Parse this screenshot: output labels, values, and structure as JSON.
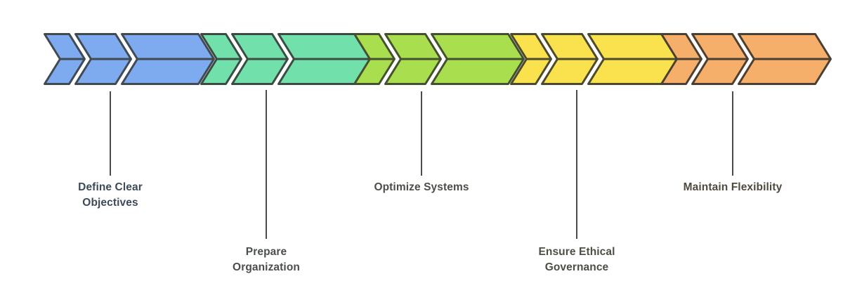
{
  "diagram": {
    "type": "chevron-process-flow",
    "background_color": "#ffffff",
    "connector_color": "#4a4a4f",
    "stroke_color": "#3f4a52",
    "stages": [
      {
        "id": "define-clear-objectives",
        "label": "Define Clear\nObjectives",
        "label_color": "#3d4a57",
        "fill_color": "#7eaaf0",
        "stroke_color": "#3f4a52",
        "chevron_count": 3,
        "connector_position": "top",
        "order": 1
      },
      {
        "id": "prepare-organization",
        "label": "Prepare\nOrganization",
        "label_color": "#4b4f4c",
        "fill_color": "#72e0ab",
        "stroke_color": "#3c4a44",
        "chevron_count": 3,
        "connector_position": "bottom",
        "order": 2
      },
      {
        "id": "optimize-systems",
        "label": "Optimize Systems",
        "label_color": "#4b4f47",
        "fill_color": "#a9df4f",
        "stroke_color": "#44502f",
        "chevron_count": 3,
        "connector_position": "top",
        "order": 3
      },
      {
        "id": "ensure-ethical-governance",
        "label": "Ensure Ethical\nGovernance",
        "label_color": "#4e4f44",
        "fill_color": "#fae14e",
        "stroke_color": "#4c4a2c",
        "chevron_count": 3,
        "connector_position": "bottom",
        "order": 4
      },
      {
        "id": "maintain-flexibility",
        "label": "Maintain Flexibility",
        "label_color": "#50493f",
        "fill_color": "#f6ae6b",
        "stroke_color": "#4a3f31",
        "chevron_count": 3,
        "connector_position": "top",
        "order": 5
      }
    ]
  }
}
